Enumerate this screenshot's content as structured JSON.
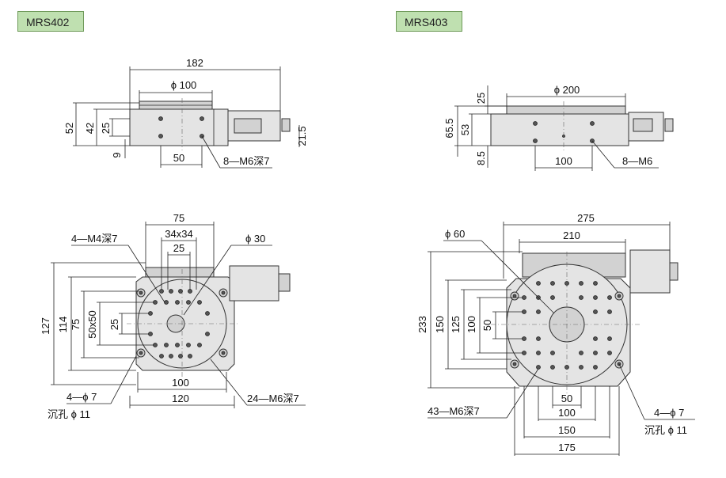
{
  "models": {
    "left": "MRS402",
    "right": "MRS403"
  },
  "left_side": {
    "width_overall": "182",
    "table_dia": "ϕ 100",
    "height_total": "52",
    "height_body": "42",
    "height_inner": "25",
    "base_thk": "9",
    "bottom_span": "50",
    "motor_height": "21.5",
    "holes_note": "8—M6深7"
  },
  "left_top": {
    "w75": "75",
    "w34": "34x34",
    "w25": "25",
    "note_m4": "4—M4深7",
    "note_phi30": "ϕ 30",
    "h127": "127",
    "h114": "114",
    "h75": "75",
    "h50x50": "50x50",
    "h25": "25",
    "w100": "100",
    "w120": "120",
    "note_phi7": "4—ϕ 7",
    "note_c11": "沉孔 ϕ 11",
    "note_m6": "24—M6深7"
  },
  "right_side": {
    "table_dia": "ϕ 200",
    "h25": "25",
    "h65_5": "65.5",
    "h53": "53",
    "h8_5": "8.5",
    "bottom_span": "100",
    "holes_note": "8—M6"
  },
  "right_top": {
    "w275": "275",
    "w210": "210",
    "note_phi60": "ϕ 60",
    "h233": "233",
    "h150": "150",
    "h125": "125",
    "h100": "100",
    "h50": "50",
    "w50": "50",
    "w100": "100",
    "w150": "150",
    "w175": "175",
    "note_m6": "43—M6深7",
    "note_phi7": "4—ϕ 7",
    "note_c11": "沉孔 ϕ 11"
  }
}
